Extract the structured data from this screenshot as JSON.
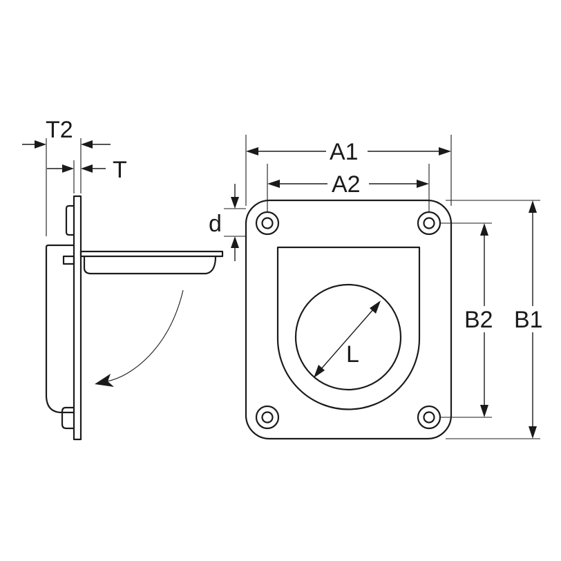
{
  "labels": {
    "t2": "T2",
    "t": "T",
    "a1": "A1",
    "a2": "A2",
    "d": "d",
    "b2": "B2",
    "b1": "B1",
    "l": "L"
  },
  "colors": {
    "line": "#1a1a1a",
    "background": "#ffffff"
  }
}
